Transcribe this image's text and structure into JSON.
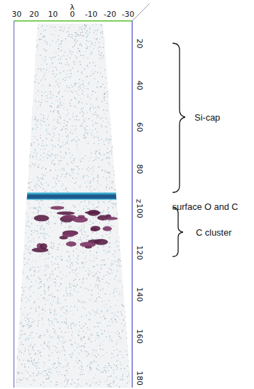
{
  "diagram": {
    "labels": [
      "λ",
      "30",
      "20",
      "10",
      "0",
      "-10",
      "-20",
      "-30",
      "20",
      "40",
      "60",
      "80",
      "z",
      "100",
      "120",
      "140",
      "160",
      "180",
      "Si-cap",
      "surface O and C",
      "C cluster"
    ]
  }
}
